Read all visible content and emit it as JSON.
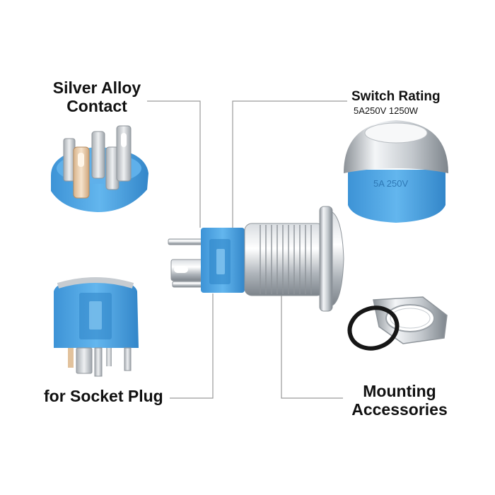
{
  "labels": {
    "silver_alloy_line1": "Silver Alloy",
    "silver_alloy_line2": "Contact",
    "switch_rating_title": "Switch Rating",
    "switch_rating_value": "5A250V  1250W",
    "socket_plug": "for Socket Plug",
    "mounting_line1": "Mounting",
    "mounting_line2": "Accessories"
  },
  "marking": "5A 250V",
  "colors": {
    "blue_plastic": "#4aa3e0",
    "blue_dark": "#2f7fc0",
    "steel_light": "#f0f2f4",
    "steel_dark": "#8b9197",
    "terminal": "#c9ccd0",
    "silver_contact": "#e5c9a8",
    "line": "#9a9a9a"
  }
}
